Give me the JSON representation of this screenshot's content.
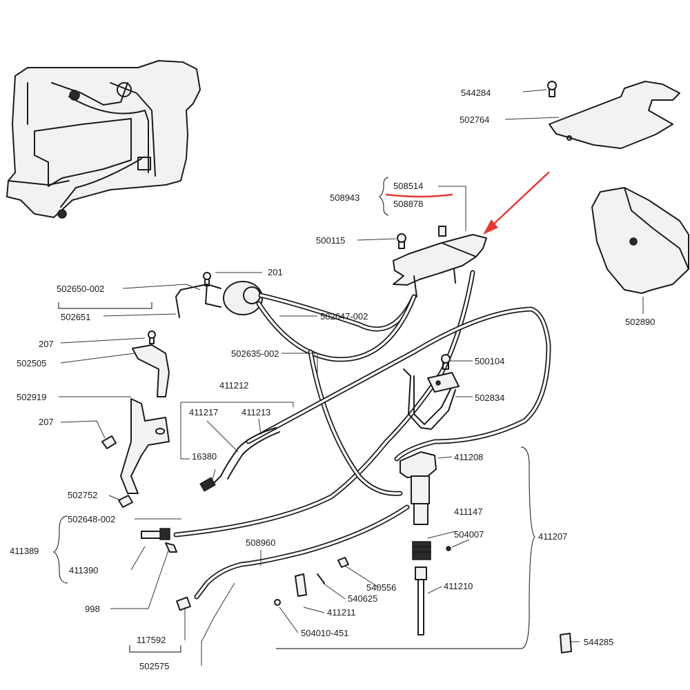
{
  "labels": {
    "p544284": "544284",
    "p502764": "502764",
    "p508514": "508514",
    "p508943": "508943",
    "p508878": "508878",
    "p500115": "500115",
    "p502890": "502890",
    "p201": "201",
    "p502650_002": "502650-002",
    "p502651": "502651",
    "p207a": "207",
    "p502505": "502505",
    "p502647_002": "502647-002",
    "p502635_002": "502635-002",
    "p500104": "500104",
    "p411212": "411212",
    "p502919": "502919",
    "p411217": "411217",
    "p411213": "411213",
    "p502834": "502834",
    "p207b": "207",
    "p16380": "16380",
    "p411208": "411208",
    "p502752": "502752",
    "p502648_002": "502648-002",
    "p411147": "411147",
    "p504007": "504007",
    "p411389": "411389",
    "p508960": "508960",
    "p411207": "411207",
    "p411390": "411390",
    "p540556": "540556",
    "p411210": "411210",
    "p540625": "540625",
    "p998": "998",
    "p411211": "411211",
    "p504010_451": "504010-451",
    "p117592": "117592",
    "p544285": "544285",
    "p502575": "502575"
  },
  "colors": {
    "line": "#1a1a1a",
    "highlight": "#e53935",
    "background": "#ffffff"
  }
}
